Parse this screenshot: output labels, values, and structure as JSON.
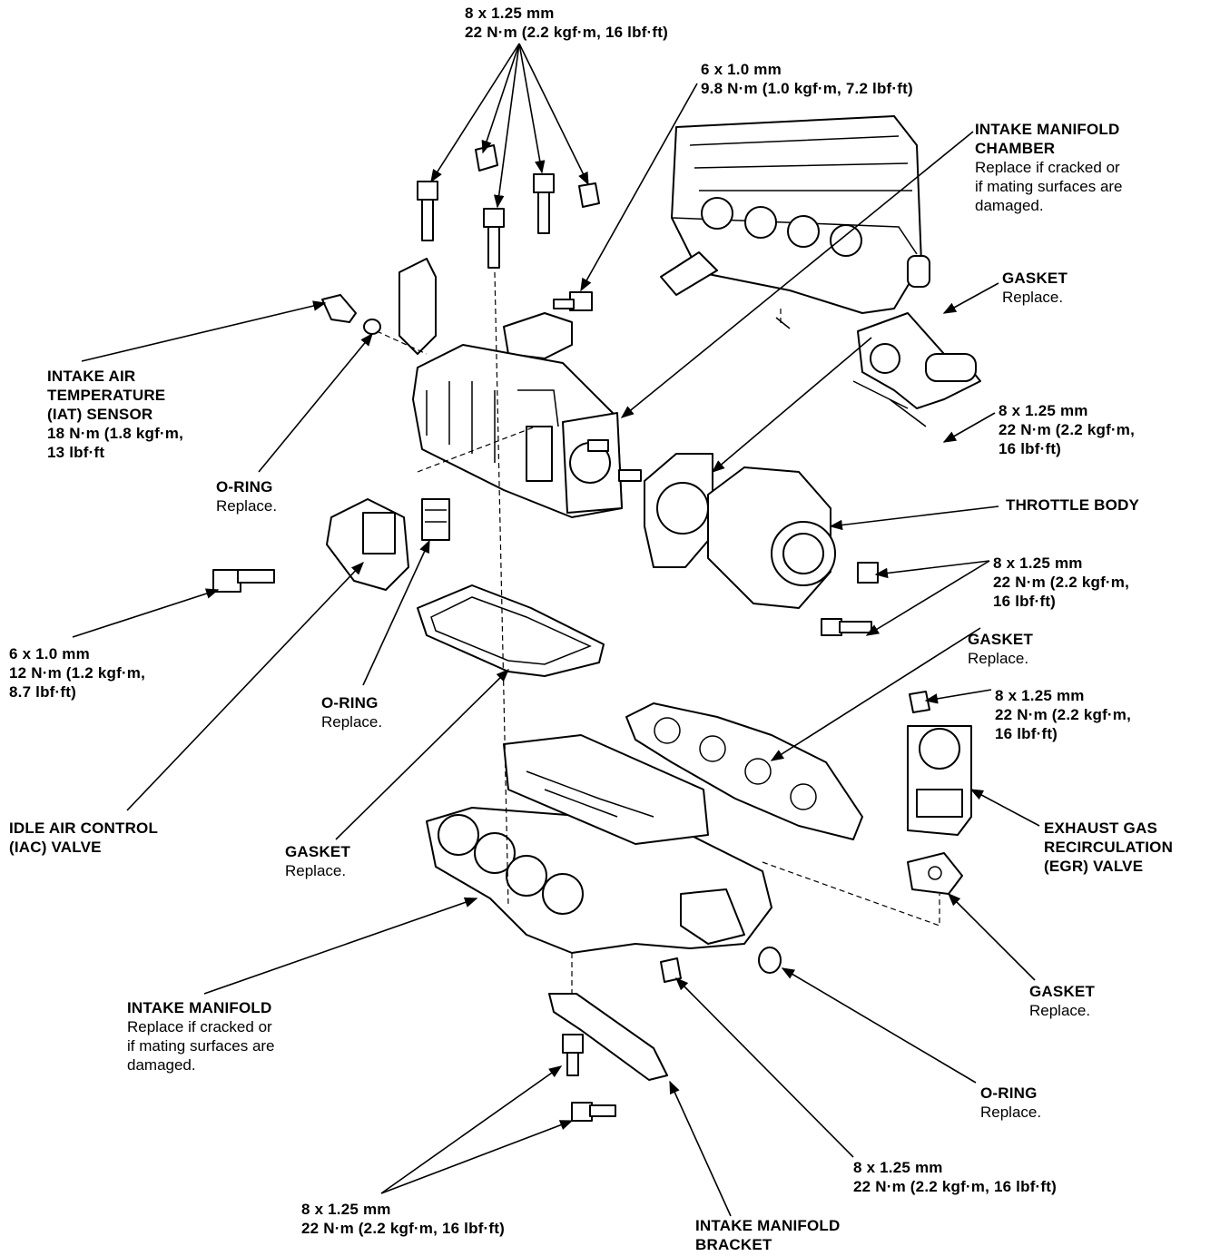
{
  "diagram": {
    "callouts": {
      "top_bolts": {
        "spec": "8 x 1.25 mm",
        "torque": "22 N·m (2.2 kgf·m, 16 lbf·ft)"
      },
      "top_right_bolt": {
        "spec": "6 x 1.0 mm",
        "torque": "9.8 N·m (1.0 kgf·m, 7.2 lbf·ft)"
      },
      "chamber": {
        "title1": "INTAKE MANIFOLD",
        "title2": "CHAMBER",
        "note1": "Replace if cracked or",
        "note2": "if mating surfaces are",
        "note3": "damaged."
      },
      "gasket_upper": {
        "title": "GASKET",
        "note": "Replace."
      },
      "iat_sensor": {
        "line1": "INTAKE AIR",
        "line2": "TEMPERATURE",
        "line3": "(IAT) SENSOR",
        "line4": "18 N·m (1.8 kgf·m,",
        "line5": "13 lbf·ft"
      },
      "bolt_right_1": {
        "spec": "8 x 1.25 mm",
        "torque1": "22 N·m (2.2 kgf·m,",
        "torque2": "16 lbf·ft)"
      },
      "oring_left": {
        "title": "O-RING",
        "note": "Replace."
      },
      "throttle_body": {
        "title": "THROTTLE BODY"
      },
      "bolt_right_2": {
        "spec": "8 x 1.25 mm",
        "torque1": "22 N·m (2.2 kgf·m,",
        "torque2": "16 lbf·ft)"
      },
      "iac_bolt": {
        "spec": "6 x 1.0 mm",
        "torque1": "12 N·m (1.2 kgf·m,",
        "torque2": "8.7 lbf·ft)"
      },
      "gasket_mid_right": {
        "title": "GASKET",
        "note": "Replace."
      },
      "egr_nut": {
        "spec": "8 x 1.25 mm",
        "torque1": "22 N·m (2.2 kgf·m,",
        "torque2": "16 lbf·ft)"
      },
      "oring_mid": {
        "title": "O-RING",
        "note": "Replace."
      },
      "iac_valve": {
        "line1": "IDLE AIR CONTROL",
        "line2": "(IAC) VALVE"
      },
      "gasket_lower_left": {
        "title": "GASKET",
        "note": "Replace."
      },
      "egr_valve": {
        "line1": "EXHAUST GAS",
        "line2": "RECIRCULATION",
        "line3": "(EGR) VALVE"
      },
      "gasket_egr": {
        "title": "GASKET",
        "note": "Replace."
      },
      "intake_manifold": {
        "title": "INTAKE MANIFOLD",
        "note1": "Replace if cracked or",
        "note2": "if mating surfaces are",
        "note3": "damaged."
      },
      "oring_lower": {
        "title": "O-RING",
        "note": "Replace."
      },
      "nut_bottom_right": {
        "spec": "8 x 1.25 mm",
        "torque": "22 N·m (2.2 kgf·m, 16 lbf·ft)"
      },
      "bolts_bottom": {
        "spec": "8 x 1.25 mm",
        "torque": "22 N·m (2.2 kgf·m, 16 lbf·ft)"
      },
      "bracket": {
        "title1": "INTAKE MANIFOLD",
        "title2": "BRACKET"
      }
    }
  }
}
